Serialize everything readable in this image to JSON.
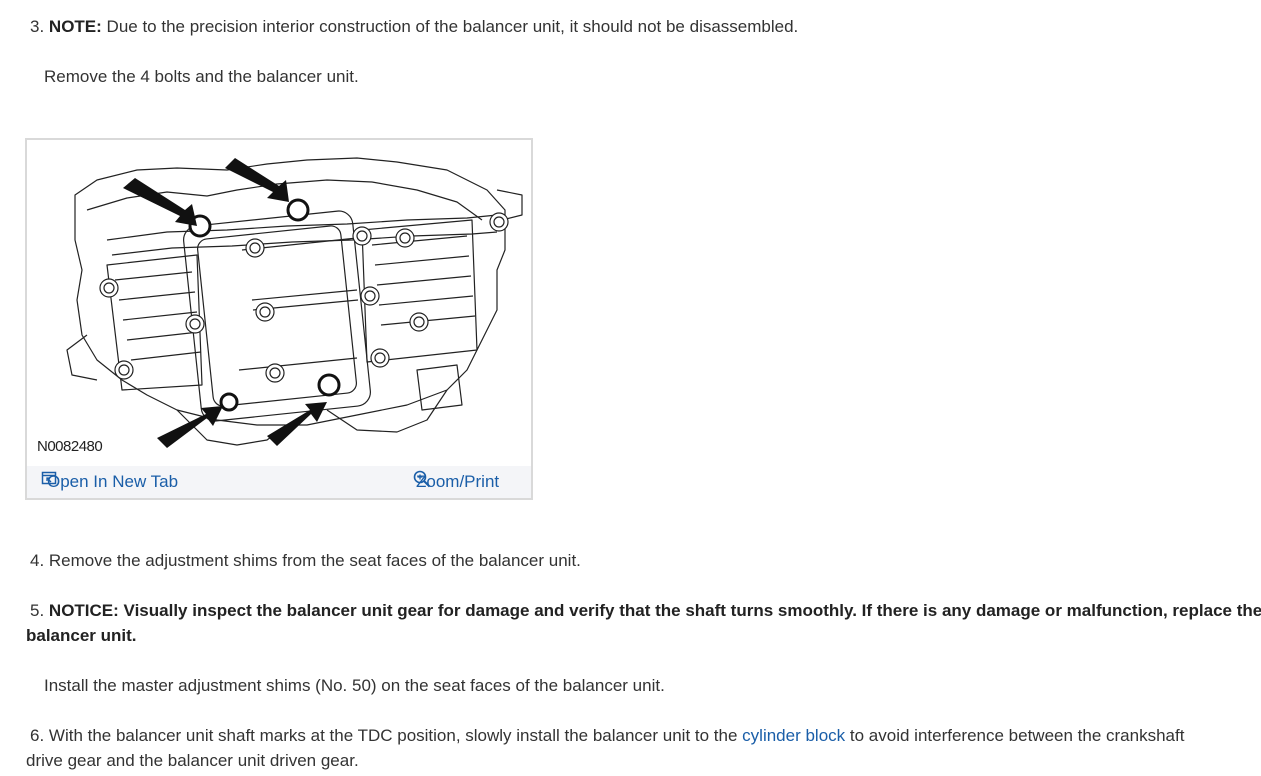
{
  "steps": {
    "s3_num": "3.",
    "s3_note_label": "NOTE:",
    "s3_note_text": "Due to the precision interior construction of the balancer unit, it should not be disassembled.",
    "s3_action": "Remove the 4 bolts and the balancer unit.",
    "s4": "4. Remove the adjustment shims from the seat faces of the balancer unit.",
    "s5_num": "5.",
    "s5_notice_label": "NOTICE:",
    "s5_notice_text_line1": "Visually inspect the balancer unit gear for damage and verify that the shaft turns smoothly. If there is any damage or malfunction, replace the",
    "s5_notice_text_line2": "balancer unit.",
    "s5_action": "Install the master adjustment shims (No. 50) on the seat faces of the balancer unit.",
    "s6_before_link": "6. With the balancer unit shaft marks at the TDC position, slowly install the balancer unit to the",
    "s6_link": "cylinder block",
    "s6_after_link_line1": "to avoid interference between the crankshaft",
    "s6_line2": "drive gear and the balancer unit driven gear."
  },
  "figure": {
    "id_label": "N0082480",
    "open_label": "Open In New Tab",
    "zoom_label": "Zoom/Print",
    "open_icon": "open-new-tab-icon",
    "zoom_icon": "zoom-icon"
  },
  "colors": {
    "link": "#1a5ea8",
    "text": "#333333",
    "figure_border": "#d9d9d9",
    "toolbar_bg": "#f4f5f8"
  }
}
